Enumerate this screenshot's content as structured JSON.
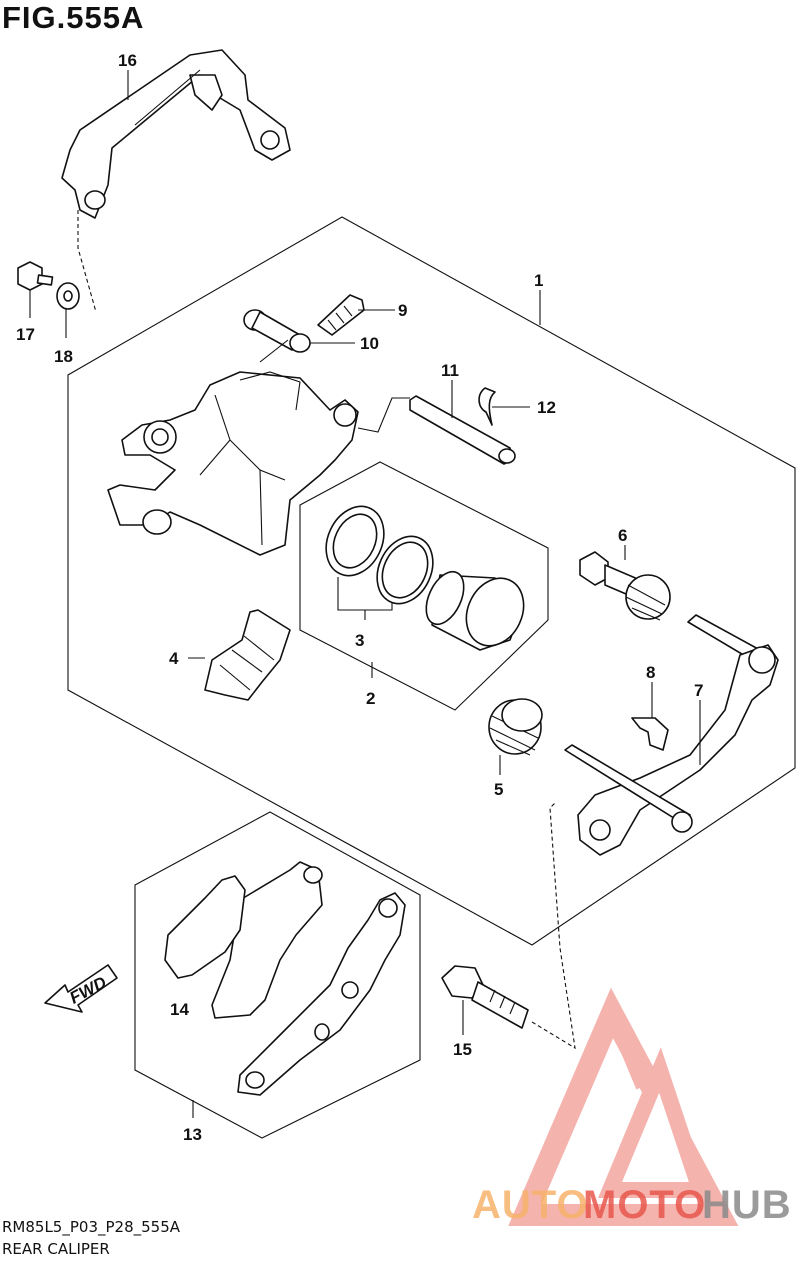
{
  "figure": {
    "title": "FIG.555A",
    "code": "RM85L5_P03_P28_555A",
    "name": "REAR CALIPER"
  },
  "callouts": {
    "c1": "1",
    "c2": "2",
    "c3": "3",
    "c4": "4",
    "c5": "5",
    "c6": "6",
    "c7": "7",
    "c8": "8",
    "c9": "9",
    "c10": "10",
    "c11": "11",
    "c12": "12",
    "c13": "13",
    "c14": "14",
    "c15": "15",
    "c16": "16",
    "c17": "17",
    "c18": "18"
  },
  "direction": {
    "label": "FWD"
  },
  "watermark": {
    "text_part1": "AUTO",
    "text_part2": "MOTO",
    "text_part3": "HUB",
    "color_orange": "#f7b26a",
    "color_red": "#e8584e",
    "color_gray": "#8a8a8a"
  }
}
